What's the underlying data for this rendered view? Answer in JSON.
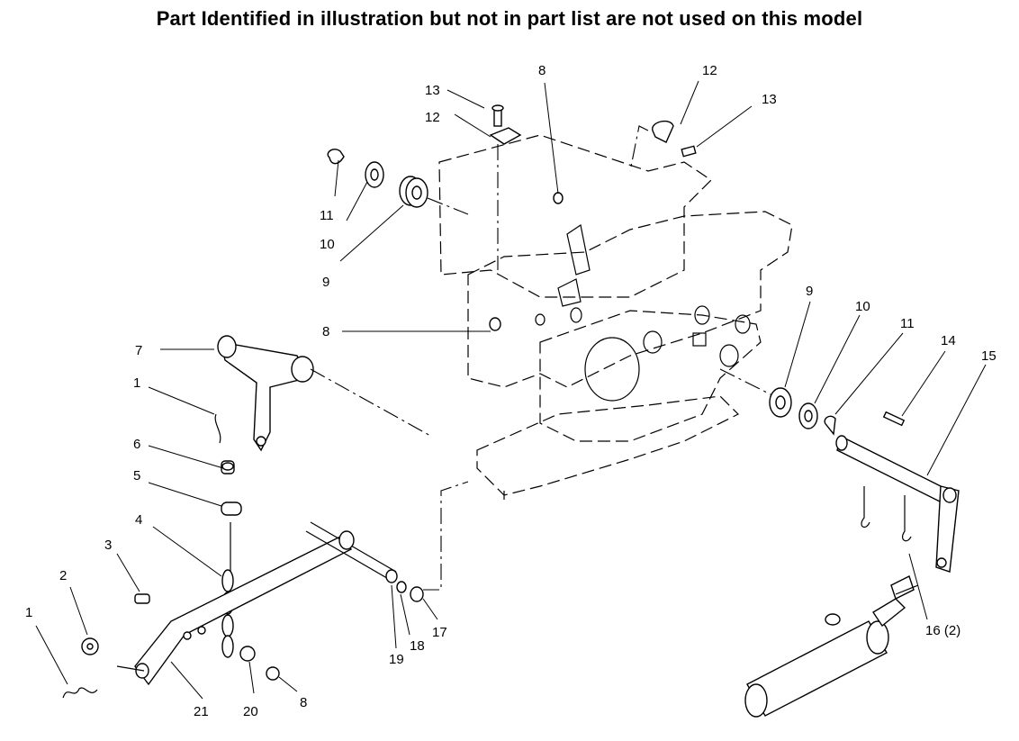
{
  "title": "Part Identified in illustration but not in part list are not used on this model",
  "callouts": [
    {
      "id": "c1a",
      "text": "1"
    },
    {
      "id": "c2",
      "text": "2"
    },
    {
      "id": "c3",
      "text": "3"
    },
    {
      "id": "c4",
      "text": "4"
    },
    {
      "id": "c5",
      "text": "5"
    },
    {
      "id": "c6",
      "text": "6"
    },
    {
      "id": "c1b",
      "text": "1"
    },
    {
      "id": "c7",
      "text": "7"
    },
    {
      "id": "c8a",
      "text": "8"
    },
    {
      "id": "c9a",
      "text": "9"
    },
    {
      "id": "c10a",
      "text": "10"
    },
    {
      "id": "c11a",
      "text": "11"
    },
    {
      "id": "c12a",
      "text": "12"
    },
    {
      "id": "c13a",
      "text": "13"
    },
    {
      "id": "c8b",
      "text": "8"
    },
    {
      "id": "c12b",
      "text": "12"
    },
    {
      "id": "c13b",
      "text": "13"
    },
    {
      "id": "c9b",
      "text": "9"
    },
    {
      "id": "c10b",
      "text": "10"
    },
    {
      "id": "c11b",
      "text": "11"
    },
    {
      "id": "c14",
      "text": "14"
    },
    {
      "id": "c15",
      "text": "15"
    },
    {
      "id": "c16",
      "text": "16 (2)"
    },
    {
      "id": "c17",
      "text": "17"
    },
    {
      "id": "c18",
      "text": "18"
    },
    {
      "id": "c19",
      "text": "19"
    },
    {
      "id": "c20",
      "text": "20"
    },
    {
      "id": "c8c",
      "text": "8"
    },
    {
      "id": "c21",
      "text": "21"
    }
  ]
}
